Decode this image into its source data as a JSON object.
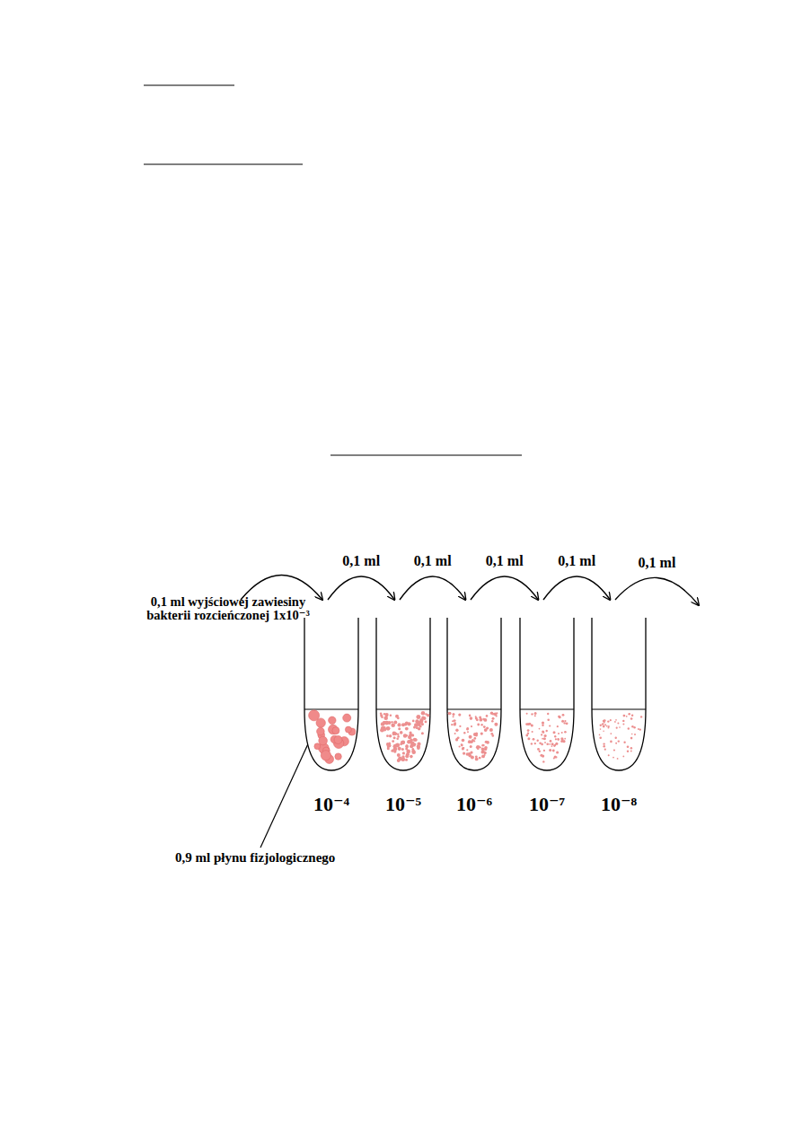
{
  "diagram": {
    "nodes": [
      {
        "text": [
          "10⁻⁴"
        ]
      },
      {
        "text": [
          "10⁻⁵"
        ]
      },
      {
        "text": [
          "10⁻⁶"
        ]
      },
      {
        "text": [
          "10⁻⁷"
        ]
      },
      {
        "text": [
          "10⁻⁸"
        ]
      }
    ],
    "edges": [
      {
        "from": 0,
        "to": 1,
        "arrow": "to",
        "label": "0,1 ml"
      },
      {
        "from": 1,
        "to": 2,
        "arrow": "to",
        "label": "0,1 ml"
      },
      {
        "from": 2,
        "to": 3,
        "arrow": "to",
        "label": "0,1 ml"
      },
      {
        "from": 3,
        "to": 4,
        "arrow": "to",
        "label": "0,1 ml"
      }
    ],
    "labels": [
      "0,1 ml wyjściowej zawiesiny bakterii rozcieńczonej 1x10⁻³",
      "0,1 ml",
      "0,9 ml płynu fizjologicznego"
    ]
  }
}
